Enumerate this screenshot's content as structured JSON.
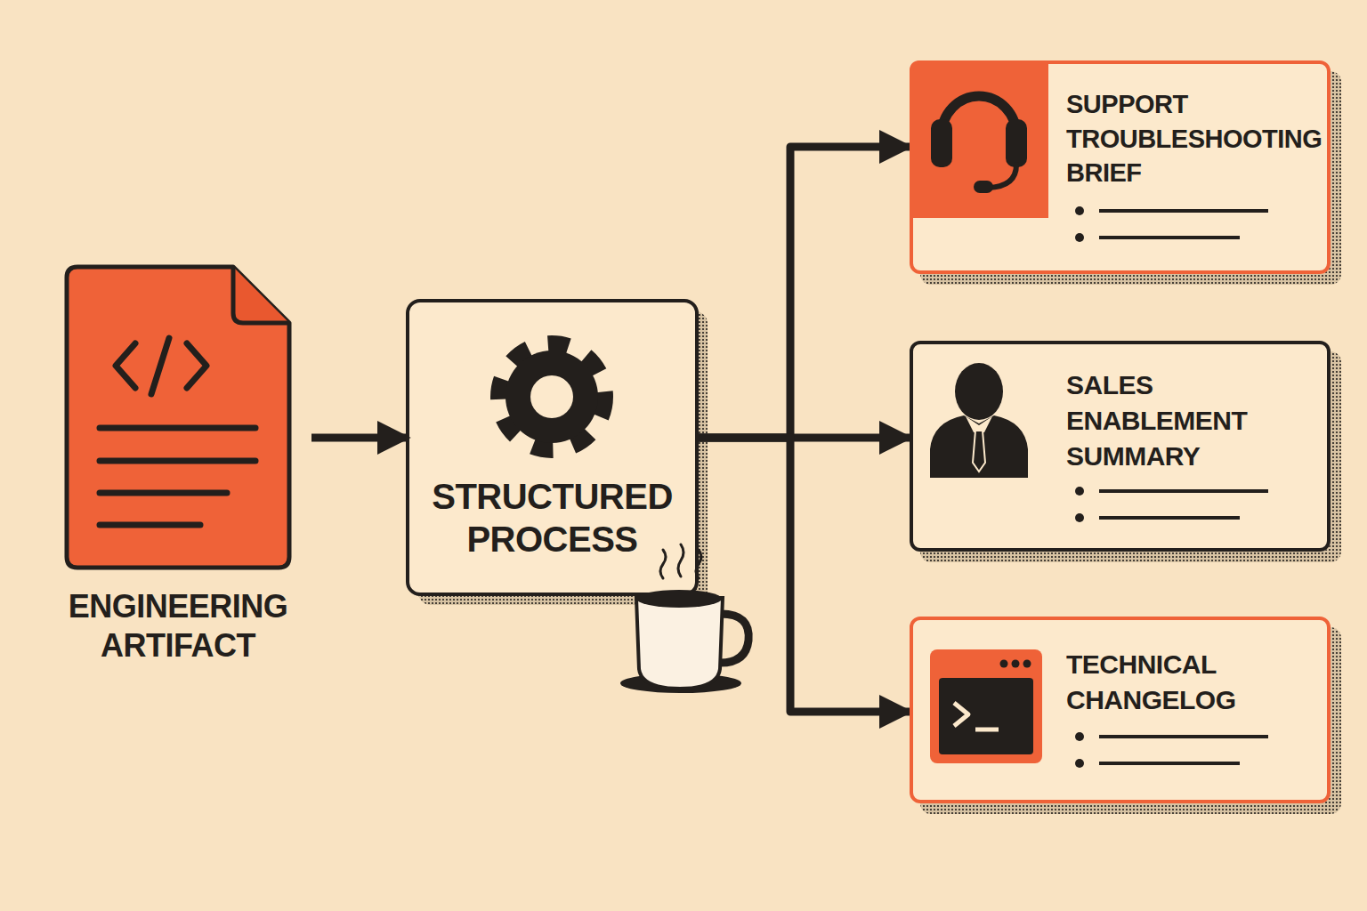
{
  "diagram": {
    "nodes": [
      {
        "text": [
          "ENGINEERING ARTIFACT"
        ]
      },
      {
        "text": [
          "STRUCTURED PROCESS"
        ]
      },
      {
        "text": [
          "SUPPORT TROUBLESHOOTING BRIEF"
        ]
      },
      {
        "text": [
          "SALES ENABLEMENT SUMMARY"
        ]
      },
      {
        "text": [
          "TECHNICAL CHANGELOG"
        ]
      }
    ],
    "edges": [
      {
        "from": 0,
        "to": 1,
        "arrow": "to"
      },
      {
        "from": 1,
        "to": 2,
        "arrow": "to"
      },
      {
        "from": 1,
        "to": 3,
        "arrow": "to"
      },
      {
        "from": 1,
        "to": 4,
        "arrow": "to"
      }
    ]
  }
}
